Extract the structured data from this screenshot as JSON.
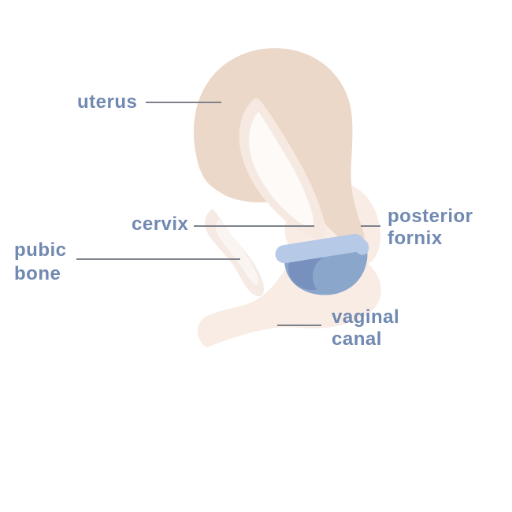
{
  "diagram": {
    "labels": [
      {
        "id": "uterus",
        "lines": [
          "uterus"
        ]
      },
      {
        "id": "cervix",
        "lines": [
          "cervix"
        ]
      },
      {
        "id": "posterior-fornix",
        "lines": [
          "posterior",
          "fornix"
        ]
      },
      {
        "id": "pubic-bone",
        "lines": [
          "pubic",
          "bone"
        ]
      },
      {
        "id": "vaginal-canal",
        "lines": [
          "vaginal",
          "canal"
        ]
      }
    ],
    "colors": {
      "label_text": "#7089b1",
      "leader_line": "#7d828b",
      "outline_line": "#7c94b6",
      "uterus_fill": "#ecd8c9",
      "uterus_cavity_ring": "#f6e9e1",
      "uterus_cavity_inner": "#fdfaf8",
      "vaginal_canal_fill": "#f8ece5",
      "pubic_bone_fill": "#f5ebe4",
      "pubic_bone_inner": "#fbf5f1",
      "disc_rim": "#b6c9e6",
      "disc_bowl": "#8ba6cb",
      "disc_shadow": "#7790bd"
    }
  }
}
